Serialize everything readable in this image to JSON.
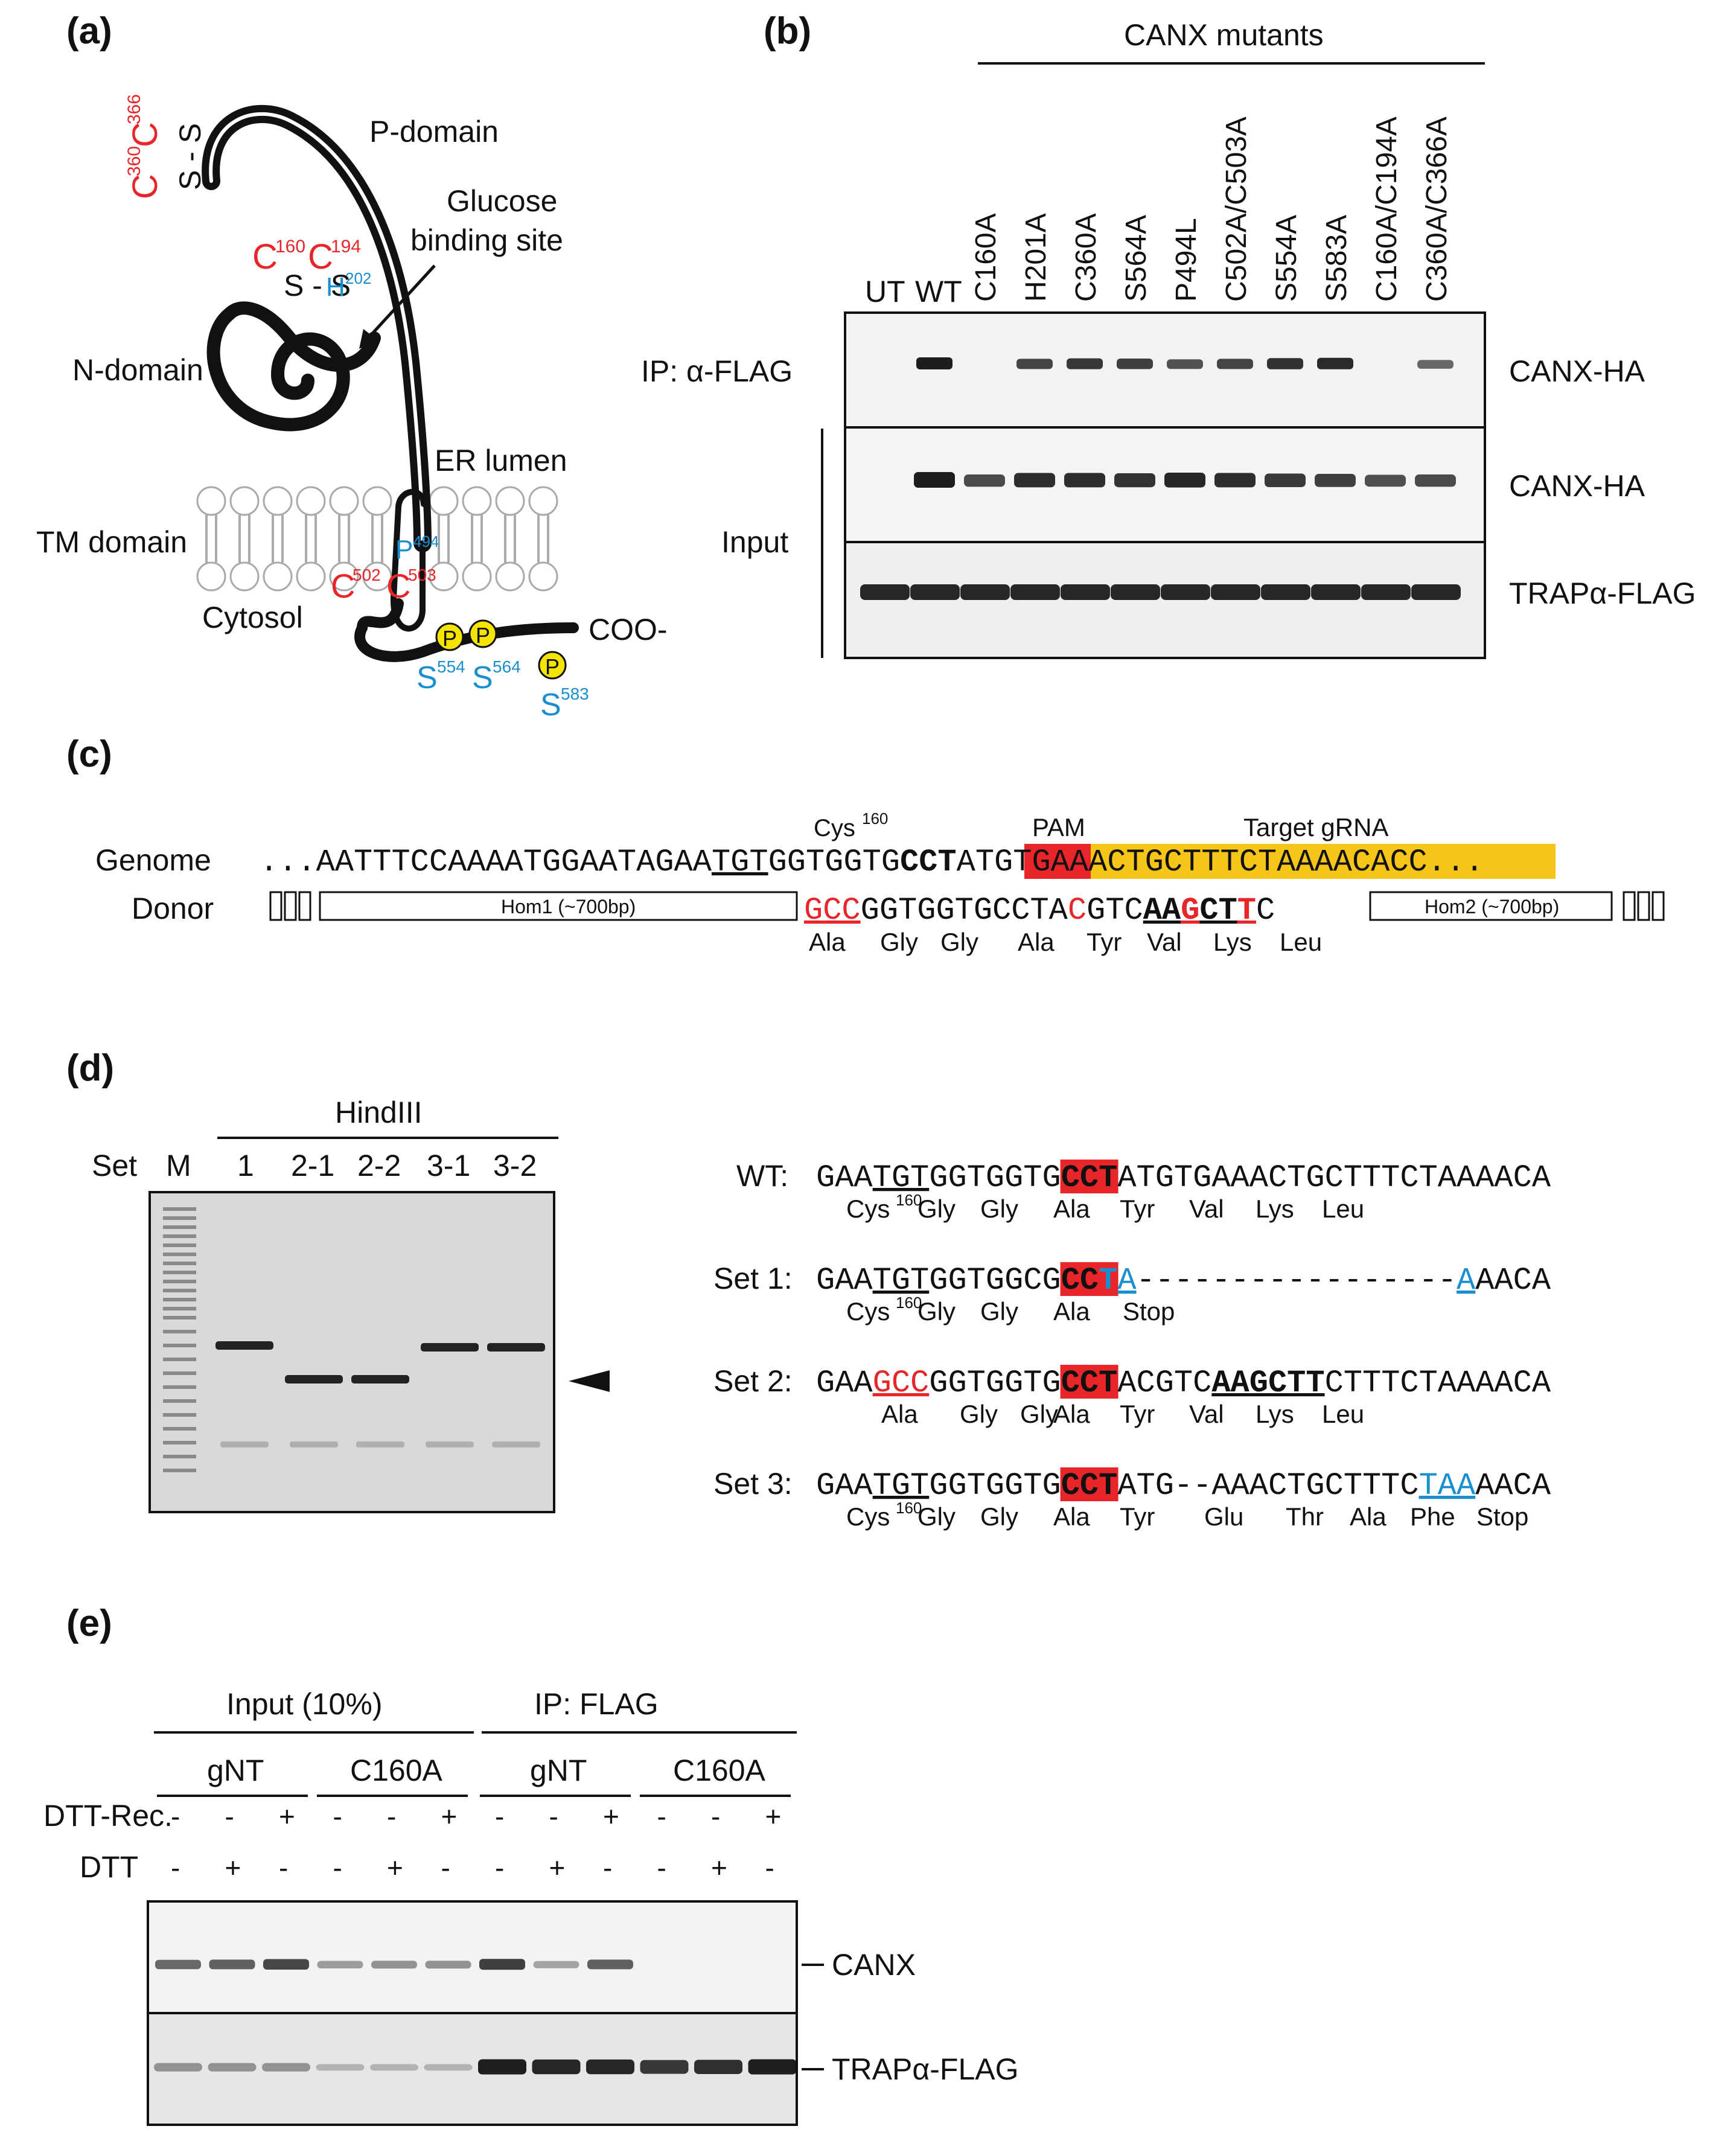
{
  "panels": {
    "a": "(a)",
    "b": "(b)",
    "c": "(c)",
    "d": "(d)",
    "e": "(e)"
  },
  "panel_a": {
    "p_domain": "P-domain",
    "glucose_line1": "Glucose",
    "glucose_line2": "binding site",
    "n_domain": "N-domain",
    "er_lumen": "ER lumen",
    "tm_domain": "TM domain",
    "cytosol": "Cytosol",
    "coo": "COO-",
    "ss": "S - S",
    "c": "C",
    "h": "H",
    "p": "P",
    "s": "S",
    "n360": "360",
    "n366": "366",
    "n160": "160",
    "n194": "194",
    "n202": "202",
    "n494": "494",
    "n502": "502",
    "n503": "503",
    "n554": "554",
    "n564": "564",
    "n583": "583",
    "phospho": "P",
    "colors": {
      "cys": "#e8262a",
      "other": "#1a8fd0",
      "phospho": "#f5e400"
    }
  },
  "panel_b": {
    "header": "CANX mutants",
    "lanes": [
      "UT",
      "WT",
      "C160A",
      "H201A",
      "C360A",
      "S564A",
      "P494L",
      "C502A/C503A",
      "S554A",
      "S583A",
      "C160A/C194A",
      "C360A/C366A"
    ],
    "ip_label": "IP: α-FLAG",
    "input_label": "Input",
    "blots": [
      "CANX-HA",
      "CANX-HA",
      "TRAPα-FLAG"
    ],
    "ip_band": [
      0,
      1.0,
      0,
      0.7,
      0.8,
      0.75,
      0.6,
      0.7,
      0.85,
      0.9,
      0,
      0.45
    ],
    "input_band": [
      0,
      1.0,
      0.6,
      0.85,
      0.85,
      0.8,
      0.9,
      0.85,
      0.75,
      0.7,
      0.55,
      0.6
    ]
  },
  "panel_c": {
    "cys160": "Cys",
    "cys160_sup": "160",
    "pam": "PAM",
    "target_grna": "Target gRNA",
    "genome_label": "Genome",
    "donor_label": "Donor",
    "genome_seq": {
      "dots_start": "...",
      "a": "AATTTCCAAAATGGAATAGAA",
      "b": "TGT",
      "c": "GGTGGTG",
      "pam": "CCT",
      "target": "ATGTGAAACTGCTTTCTAAA",
      "d": "ACACC",
      "dots_end": "..."
    },
    "hom1": "Hom1 (~700bp)",
    "hom2": "Hom2 (~700bp)",
    "donor_seq": [
      "GCC",
      "GGTGGTGCCTA",
      "C",
      "GTC",
      "AA",
      "G",
      "CT",
      "T",
      "C"
    ],
    "donor_aa": [
      "Ala",
      "Gly",
      "Gly",
      "Ala",
      "Tyr",
      "Val",
      "Lys",
      "Leu"
    ]
  },
  "panel_d": {
    "hindiii": "HindIII",
    "set_label": "Set",
    "marker": "M",
    "lanes": [
      "1",
      "2-1",
      "2-2",
      "3-1",
      "3-2"
    ],
    "rows": [
      {
        "label": "WT:",
        "seq": [
          "GAA",
          "TGT",
          "GGTGGTG",
          "CCT",
          "ATGTGAAACTGCTTTCTAAAACA"
        ],
        "aa": [
          "Cys",
          "Gly",
          "Gly",
          "Ala",
          "Tyr",
          "Val",
          "Lys",
          "Leu"
        ]
      },
      {
        "label": "Set 1:",
        "seq": [
          "GAA",
          "TGT",
          "GGTGGCG",
          "CC",
          "T",
          "A",
          "-----------------",
          "A",
          "AACA"
        ],
        "aa": [
          "Cys",
          "Gly",
          "Gly",
          "Ala",
          "Stop"
        ]
      },
      {
        "label": "Set 2:",
        "seq": [
          "GAA",
          "GCC",
          "GGTGGTG",
          "CCT",
          "ACGTC",
          "AAGCTT",
          "CTTTCTAAAACA"
        ],
        "aa": [
          "Ala",
          "Gly",
          "Gly",
          "Ala",
          "Tyr",
          "Val",
          "Lys",
          "Leu"
        ]
      },
      {
        "label": "Set 3:",
        "seq": [
          "GAA",
          "TGT",
          "GGTGGTG",
          "CCT",
          "ATG--AAACTGCTTTC",
          "TAA",
          "AACA"
        ],
        "aa": [
          "Cys",
          "Gly",
          "Gly",
          "Ala",
          "Tyr",
          "Glu",
          "Thr",
          "Ala",
          "Phe",
          "Stop"
        ]
      }
    ],
    "sup160": "160"
  },
  "panel_e": {
    "input_header": "Input (10%)",
    "ip_header": "IP: FLAG",
    "groups": [
      "gNT",
      "C160A",
      "gNT",
      "C160A"
    ],
    "dtt_rec_label": "DTT-Rec.",
    "dtt_label": "DTT",
    "dtt_rec": [
      "-",
      "-",
      "+",
      "-",
      "-",
      "+",
      "-",
      "-",
      "+",
      "-",
      "-",
      "+"
    ],
    "dtt": [
      "-",
      "+",
      "-",
      "-",
      "+",
      "-",
      "-",
      "+",
      "-",
      "-",
      "+",
      "-"
    ],
    "blots": [
      "CANX",
      "TRAPα-FLAG"
    ],
    "canx_band": [
      0.55,
      0.6,
      0.75,
      0.25,
      0.3,
      0.3,
      0.8,
      0.2,
      0.6,
      0,
      0,
      0
    ],
    "trap_band": [
      0.25,
      0.25,
      0.25,
      0.05,
      0.05,
      0.05,
      0.95,
      0.9,
      0.9,
      0.8,
      0.85,
      0.95
    ]
  }
}
